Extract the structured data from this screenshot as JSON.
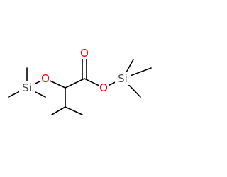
{
  "molecule": {
    "atoms": {
      "o_ether": {
        "symbol": "O",
        "color": "#ff0000"
      },
      "o_carbonyl": {
        "symbol": "O",
        "color": "#ff0000"
      },
      "o_ester": {
        "symbol": "O",
        "color": "#ff0000"
      },
      "si_left": {
        "symbol": "Si",
        "color": "#4d4d4d"
      },
      "si_right": {
        "symbol": "Si",
        "color": "#4d4d4d"
      }
    },
    "bond_color": "#000000"
  }
}
